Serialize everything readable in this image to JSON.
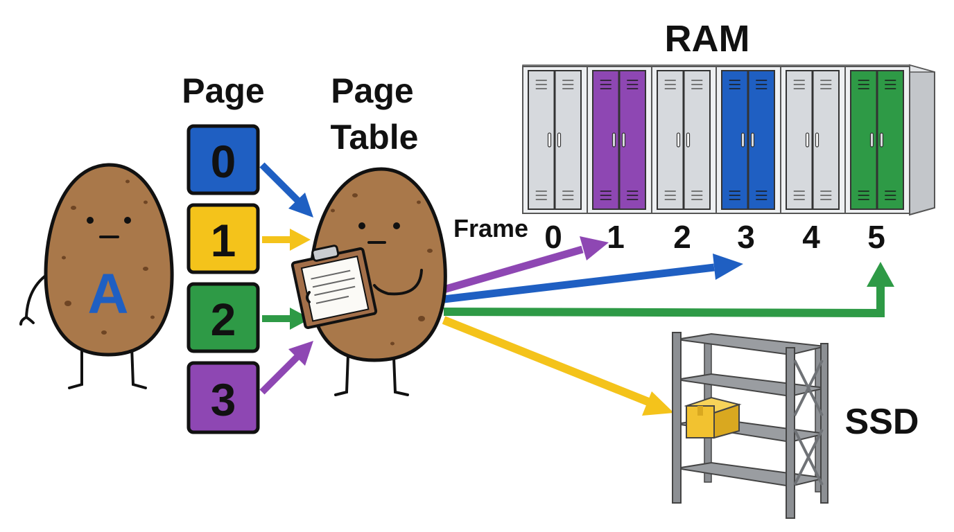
{
  "labels": {
    "page_header": "Page",
    "page_table_line1": "Page",
    "page_table_line2": "Table",
    "ram": "RAM",
    "frame": "Frame",
    "ssd": "SSD",
    "process": "A"
  },
  "pages": [
    {
      "number": "0",
      "color": "#1f5fc2"
    },
    {
      "number": "1",
      "color": "#f4c31b"
    },
    {
      "number": "2",
      "color": "#2e9a46"
    },
    {
      "number": "3",
      "color": "#8e47b3"
    }
  ],
  "frames": [
    {
      "number": "0",
      "color": "#d6d9dd"
    },
    {
      "number": "1",
      "color": "#8e47b3"
    },
    {
      "number": "2",
      "color": "#d6d9dd"
    },
    {
      "number": "3",
      "color": "#1f5fc2"
    },
    {
      "number": "4",
      "color": "#d6d9dd"
    },
    {
      "number": "5",
      "color": "#2e9a46"
    }
  ],
  "mappings": [
    {
      "page": "0",
      "target": "frame 3",
      "color": "#1f5fc2"
    },
    {
      "page": "1",
      "target": "SSD",
      "color": "#f4c31b"
    },
    {
      "page": "2",
      "target": "frame 5",
      "color": "#2e9a46"
    },
    {
      "page": "3",
      "target": "frame 1",
      "color": "#8e47b3"
    }
  ],
  "colors": {
    "potato": "#a9784a",
    "potato_spot": "#6e4524",
    "outline": "#111111",
    "shelf": "#8c8f93",
    "box": "#f2c230"
  }
}
